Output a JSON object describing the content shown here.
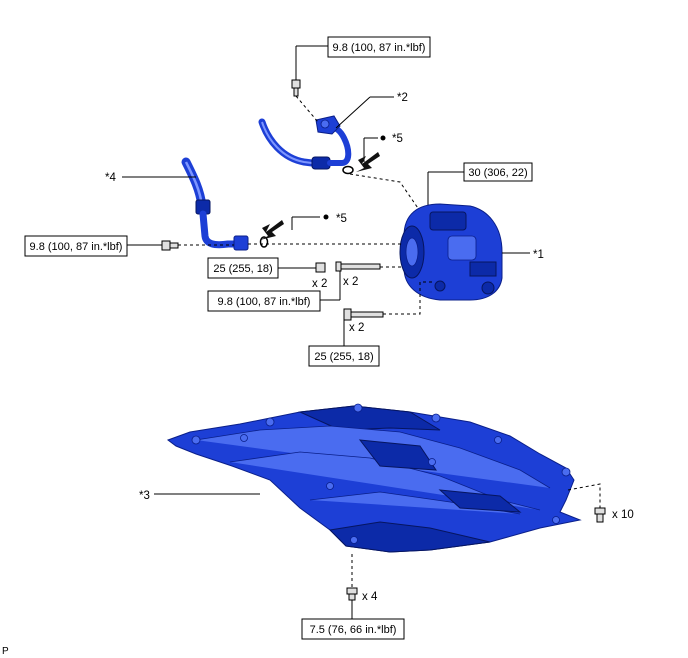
{
  "callouts": {
    "c1": "*1",
    "c2": "*2",
    "c3": "*3",
    "c4": "*4",
    "c5a": "*5",
    "c5b": "*5"
  },
  "torques": {
    "t1": "9.8 (100, 87 in.*lbf)",
    "t2": "30 (306, 22)",
    "t3": "9.8 (100, 87 in.*lbf)",
    "t4": "25 (255, 18)",
    "t5": "9.8 (100, 87 in.*lbf)",
    "t6": "25 (255, 18)",
    "t7": "7.5 (76, 66 in.*lbf)"
  },
  "quantities": {
    "q1": "x 2",
    "q2": "x 2",
    "q3": "x 2",
    "q4": "x 10",
    "q5": "x 4"
  },
  "corner_mark": "P",
  "colors": {
    "part_blue": "#1d3fd6",
    "part_dark": "#0c2aa8"
  }
}
